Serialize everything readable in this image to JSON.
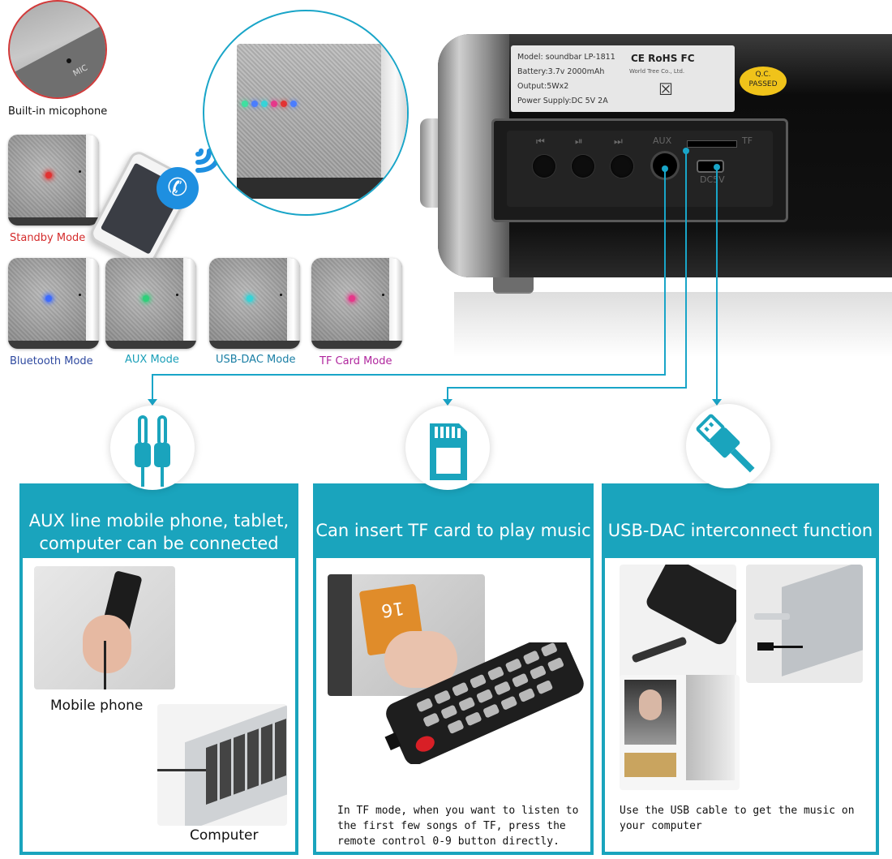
{
  "modes": {
    "mic_label": "Built-in micophone",
    "mic_tag": "MIC",
    "standby": "Standby Mode",
    "bluetooth": "Bluetooth Mode",
    "aux": "AUX Mode",
    "usb_dac": "USB-DAC Mode",
    "tf_card": "TF Card Mode"
  },
  "colors": {
    "accent": "#1aa4bd",
    "standby": "#d42b2b",
    "bluetooth": "#2f4aa0",
    "aux": "#1a9fb8",
    "usb_dac": "#1b7fa5",
    "tf_card": "#b0279e"
  },
  "spec_label": {
    "model": "Model: soundbar LP-1811",
    "battery": "Battery:3.7v 2000mAh",
    "output": "Output:5Wx2",
    "power": "Power Supply:DC 5V 2A",
    "certs": "CE RoHS FC",
    "maker": "World Tree Co., Ltd.",
    "qc_line1": "Q.C.",
    "qc_line2": "PASSED"
  },
  "ports": {
    "aux": "AUX",
    "tf": "TF",
    "dc": "DC5V"
  },
  "panels": [
    {
      "title_line1": "AUX line mobile phone, tablet,",
      "title_line2": "computer can be connected",
      "caption1": "Mobile phone",
      "caption2": "Computer"
    },
    {
      "title_line1": "Can insert TF card to play music",
      "card_text": "16",
      "description": "In TF mode, when you want to listen to the first few songs of TF, press the remote control 0-9 button directly."
    },
    {
      "title_line1": "USB-DAC interconnect function",
      "description": "Use the USB cable to get the music on your computer"
    }
  ]
}
